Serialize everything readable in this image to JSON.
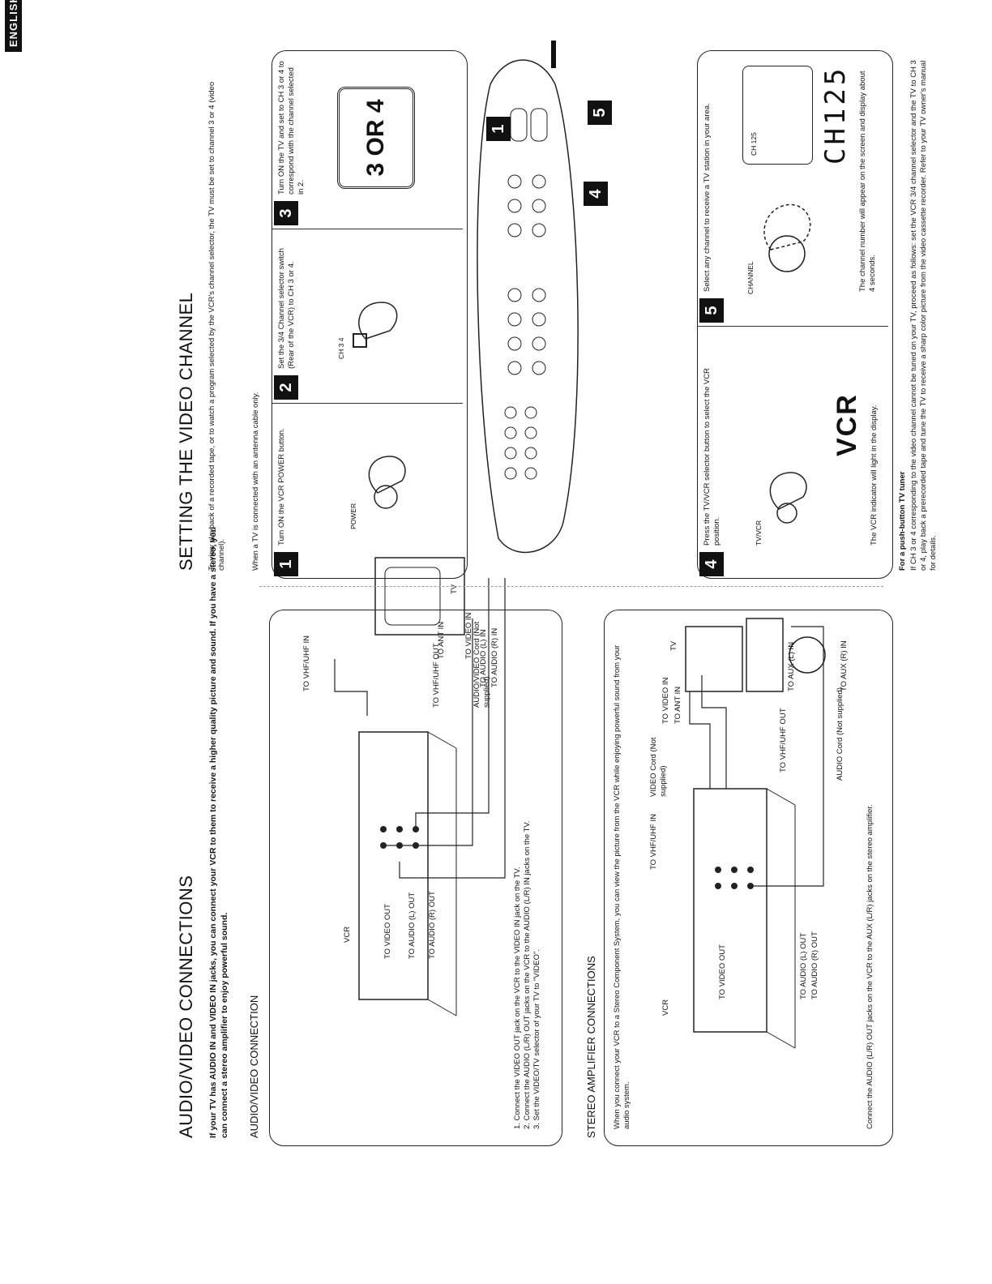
{
  "language_tag": "ENGLISH",
  "left": {
    "title": "AUDIO/VIDEO CONNECTIONS",
    "intro": "If your TV has AUDIO IN and VIDEO IN jacks, you can connect your VCR to them to receive a higher quality picture and sound. If you have a stereo, you can connect a stereo amplifier to enjoy powerful sound.",
    "av_heading": "AUDIO/VIDEO CONNECTION",
    "av_labels": {
      "vcr": "VCR",
      "tv": "TV",
      "vhf_in": "TO VHF/UHF IN",
      "vhf_out": "TO VHF/UHF OUT",
      "video_out": "TO VIDEO OUT",
      "audio_l_out": "TO AUDIO (L) OUT",
      "audio_r_out": "TO AUDIO (R) OUT",
      "ant_in": "TO ANT IN",
      "video_in": "TO VIDEO IN",
      "audio_r_in": "TO AUDIO (R) IN",
      "audio_l_in": "TO AUDIO (L) IN",
      "av_cord": "AUDIO/VIDEO Cord (Not supplied)"
    },
    "av_steps": [
      "1. Connect the VIDEO OUT jack on the VCR to the VIDEO IN jack on the TV.",
      "2. Connect the AUDIO (L/R) OUT jacks on the VCR to the AUDIO (L/R) IN jacks on the TV.",
      "3. Set the VIDEO/TV selector of your TV to \"VIDEO\"."
    ],
    "stereo_heading": "STEREO AMPLIFIER CONNECTIONS",
    "stereo_intro": "When you connect your VCR to a Stereo Component System, you can view the picture from the VCR while enjoying powerful sound from your audio system.",
    "stereo_labels": {
      "vcr": "VCR",
      "tv": "TV",
      "vhf_in": "TO VHF/UHF IN",
      "video_cord": "VIDEO Cord (Not supplied)",
      "video_in": "TO VIDEO IN",
      "ant_in": "TO ANT IN",
      "video_out": "TO VIDEO OUT",
      "audio_l_out": "TO AUDIO (L) OUT",
      "audio_r_out": "TO AUDIO (R) OUT",
      "vhf_out": "TO VHF/UHF OUT",
      "audio_cord": "AUDIO Cord (Not supplied)",
      "aux_l_in": "TO AUX (L) IN",
      "aux_r_in": "TO AUX (R) IN"
    },
    "stereo_note": "Connect the AUDIO (L/R) OUT jacks on the VCR to the AUX (L/R) jacks on the stereo amplifier."
  },
  "right": {
    "title": "SETTING THE VIDEO CHANNEL",
    "intro": "To view playback of a recorded tape, or to watch a program selected by the VCR's channel selector, the TV must be set to channel 3 or 4 (video channel).",
    "antenna_note": "When a TV is connected with an antenna cable only.",
    "steps": [
      {
        "num": "1",
        "text": "Turn ON the VCR POWER button.",
        "label": "POWER"
      },
      {
        "num": "2",
        "text": "Set the 3/4 Channel selector switch (Rear of the VCR) to CH 3 or 4.",
        "label": "CH 3 4"
      },
      {
        "num": "3",
        "text": "Turn ON the TV and set to CH 3 or 4 to correspond with the channel selected in 2.",
        "label": "3 OR 4"
      }
    ],
    "callouts": [
      "1",
      "5",
      "4"
    ],
    "step4": {
      "num": "4",
      "text": "Press the TV/VCR selector button to select the VCR position.",
      "label": "TV/VCR",
      "display": "VCR",
      "note": "The VCR indicator will light in the display."
    },
    "step5": {
      "num": "5",
      "text": "Select any channel to receive a TV station in your area.",
      "label": "CHANNEL",
      "screen": "CH 125",
      "display": "CH125",
      "note": "The channel number will appear on the screen and display about 4 seconds."
    },
    "pushbutton_heading": "For a push-button TV tuner",
    "pushbutton_text": "If CH 3 or 4 corresponding to the video channel cannot be tuned on your TV, proceed as follows: set the VCR 3/4 channel selector and the TV to CH 3 or 4, play back a prerecorded tape and tune the TV to receive a sharp color picture from the video cassette recorder. Refer to your TV owner's manual for details."
  }
}
